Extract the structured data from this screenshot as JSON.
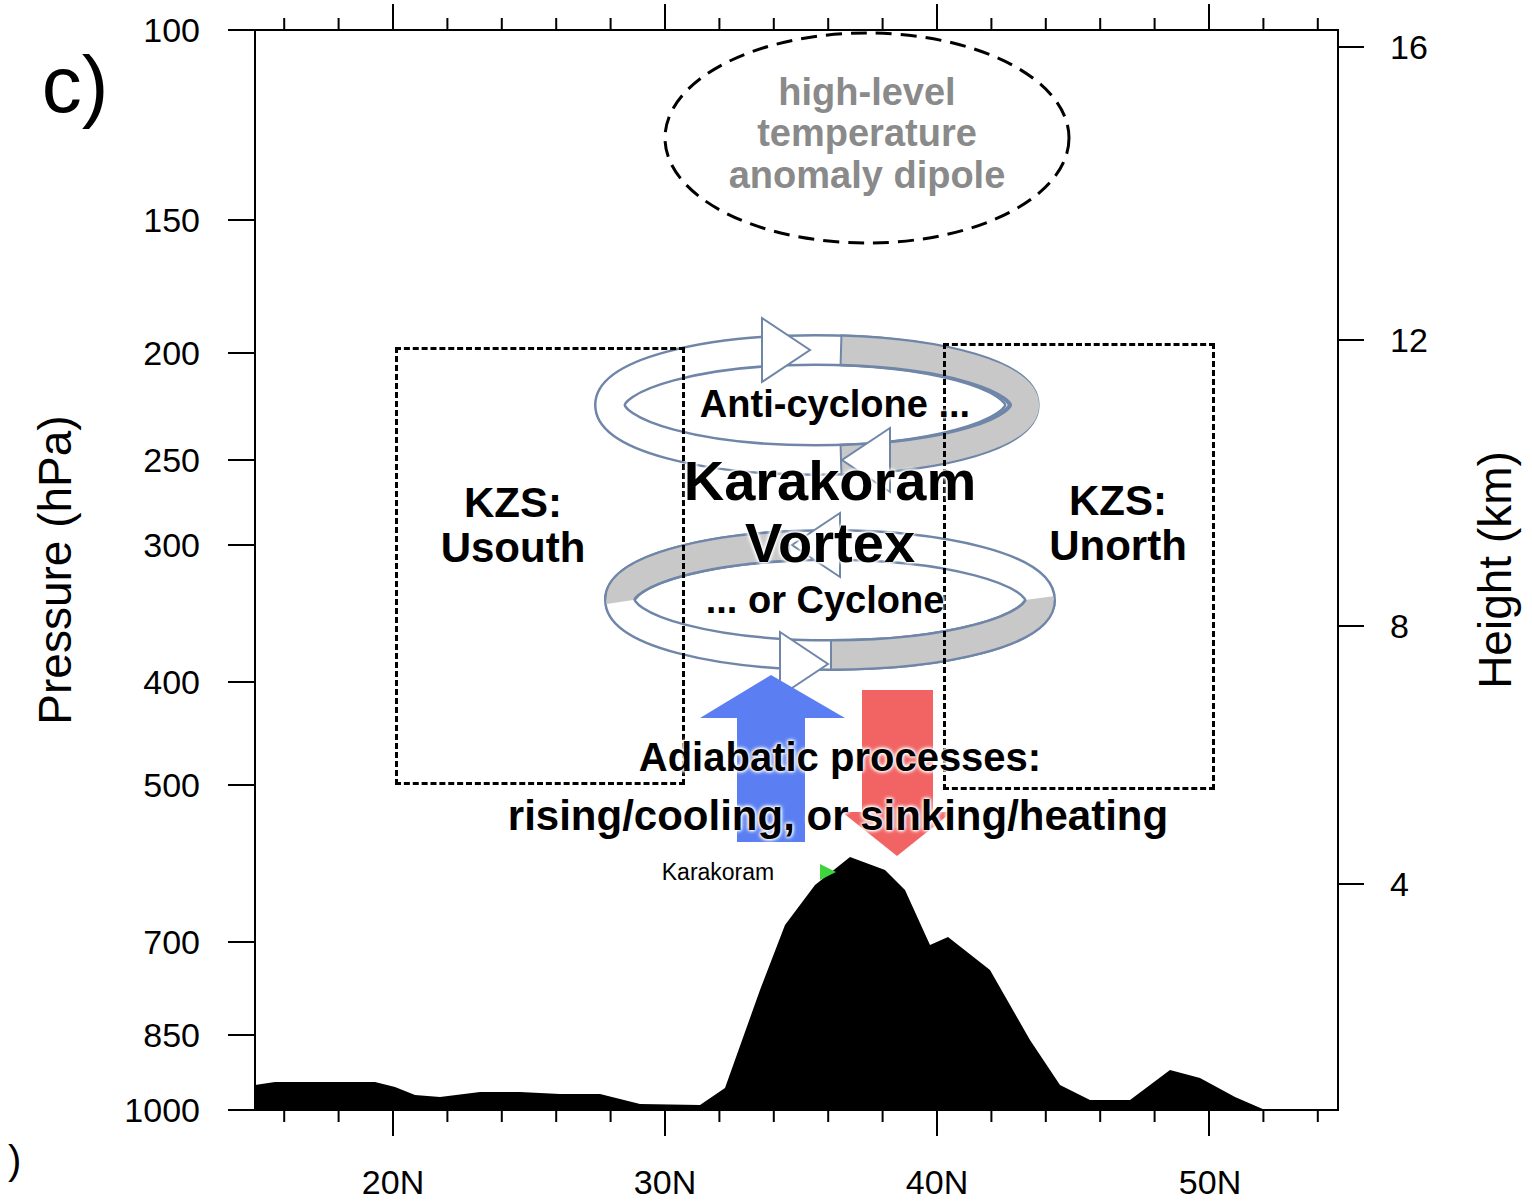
{
  "diagram": {
    "nodes": [
      {
        "text": [
          "high-level temperature anomaly dipole"
        ]
      },
      {
        "text": [
          "KZS: Usouth"
        ]
      },
      {
        "text": [
          "KZS: Unorth"
        ]
      }
    ],
    "labels": [
      "c)",
      "100",
      "150",
      "200",
      "250",
      "300",
      "400",
      "500",
      "700",
      "850",
      "1000",
      "Pressure (hPa)",
      "16",
      "12",
      "8",
      "4",
      "Height (km)",
      "20N",
      "30N",
      "40N",
      "50N",
      "Anti-cyclone ...",
      "Karakoram Vortex",
      "... or Cyclone",
      "Adiabatic processes:",
      "rising/cooling, or sinking/heating",
      "Karakoram",
      ")"
    ]
  }
}
